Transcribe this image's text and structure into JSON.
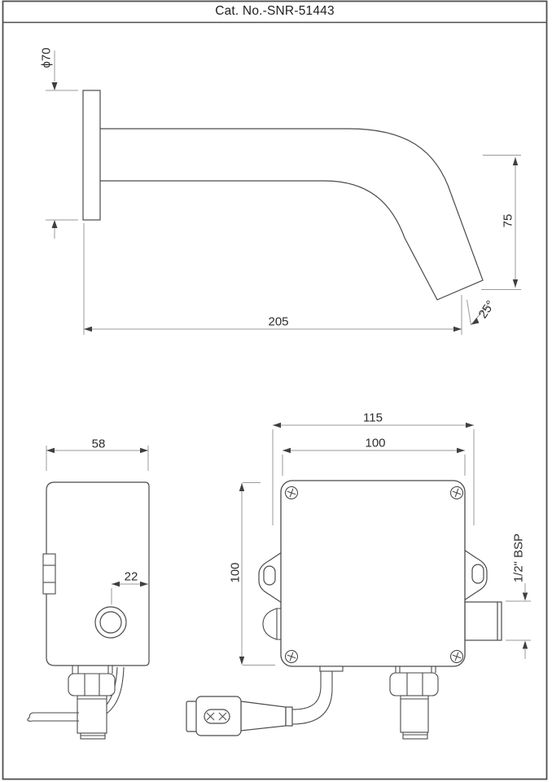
{
  "title_bar": {
    "title": "Cat. No.-SNR-51443"
  },
  "colors": {
    "background": "#ffffff",
    "part_outline": "#4a4a4a",
    "dimension_line": "#9a9a9a",
    "arrow": "#3f3f3f",
    "dimension_text": "#2d2d2d",
    "frame": "#4f4f4f"
  },
  "spout_view": {
    "flange_diameter_label": "ϕ70",
    "spout_reach_label": "205",
    "spout_drop_label": "75",
    "outlet_angle_label": "25°"
  },
  "control_box_side_view": {
    "depth_label": "58",
    "sensor_offset_label": "22"
  },
  "control_box_front_view": {
    "overall_width_label": "115",
    "body_width_label": "100",
    "body_height_label": "100",
    "outlet_thread_label": "1/2\" BSP"
  }
}
